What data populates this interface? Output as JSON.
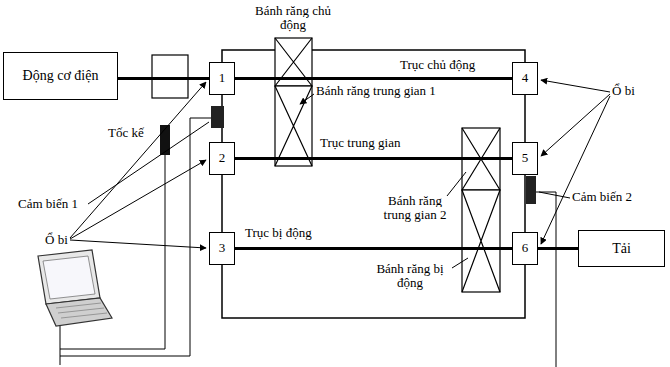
{
  "diagram": {
    "nodes": [
      {
        "text": [
          "Động cơ điện"
        ]
      },
      {
        "text": [
          "1"
        ]
      },
      {
        "text": [
          "2"
        ]
      },
      {
        "text": [
          "3"
        ]
      },
      {
        "text": [
          "4"
        ]
      },
      {
        "text": [
          "5"
        ]
      },
      {
        "text": [
          "6"
        ]
      },
      {
        "text": [
          "Tải"
        ]
      }
    ],
    "edges": [
      {
        "from": 0,
        "to": 1,
        "arrow": "none"
      },
      {
        "from": 1,
        "to": 4,
        "arrow": "none"
      },
      {
        "from": 2,
        "to": 5,
        "arrow": "none"
      },
      {
        "from": 3,
        "to": 6,
        "arrow": "none"
      },
      {
        "from": 6,
        "to": 7,
        "arrow": "none"
      }
    ],
    "labels": [
      "Bánh răng chủ động",
      "Trục chủ động",
      "Bánh răng trung gian 1",
      "Ổ bi",
      "Tốc kế",
      "Cảm biến 1",
      "Ổ bi",
      "Trục trung gian",
      "Bánh răng trung gian 2",
      "Cảm biến 2",
      "Trục bị động",
      "Bánh răng bị động"
    ]
  }
}
